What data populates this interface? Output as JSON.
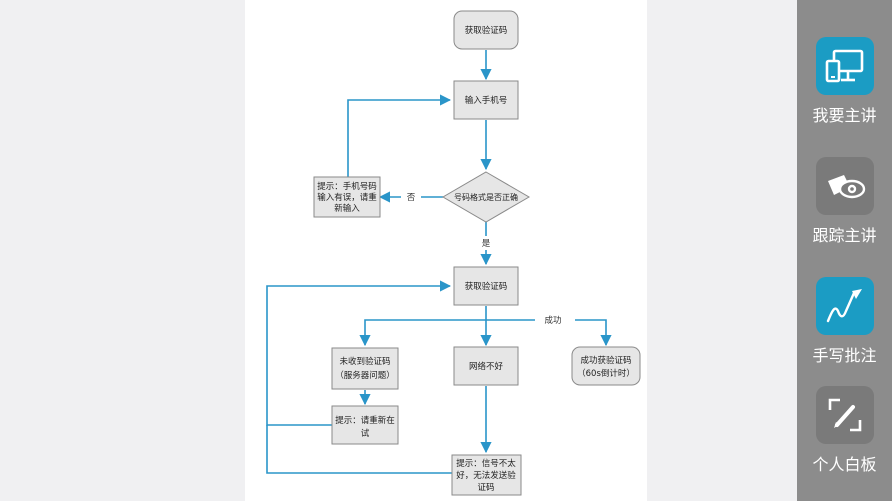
{
  "flowchart": {
    "nodes": {
      "get_code_top": "获取验证码",
      "input_phone": "输入手机号",
      "format_check": "号码格式是否正确",
      "error_tip": [
        "提示：手机号码",
        "输入有误，请重",
        "新输入"
      ],
      "get_code_mid": "获取验证码",
      "not_received": [
        "未收到验证码",
        "（服务器问题）"
      ],
      "network_bad": "网络不好",
      "success": [
        "成功获验证码",
        "（60s倒计时）"
      ],
      "retry_tip": [
        "提示：请重新在",
        "试"
      ],
      "signal_tip": [
        "提示：信号不太",
        "好，无法发送验",
        "证码"
      ]
    },
    "edge_labels": {
      "no": "否",
      "yes": "是",
      "success": "成功"
    }
  },
  "sidebar": {
    "items": [
      {
        "label": "我要主讲",
        "icon": "monitor-present-icon",
        "active": true
      },
      {
        "label": "跟踪主讲",
        "icon": "eye-track-icon",
        "active": false
      },
      {
        "label": "手写批注",
        "icon": "handwriting-icon",
        "active": true
      },
      {
        "label": "个人白板",
        "icon": "pen-board-icon",
        "active": false
      }
    ]
  },
  "colors": {
    "arrow": "#2a95c9",
    "box_fill": "#e6e6e6",
    "box_stroke": "#8a8a8a",
    "sidebar_bg": "#8c8c8c",
    "icon_active": "#1b9cc4",
    "icon_inactive": "#7a7a7a"
  }
}
